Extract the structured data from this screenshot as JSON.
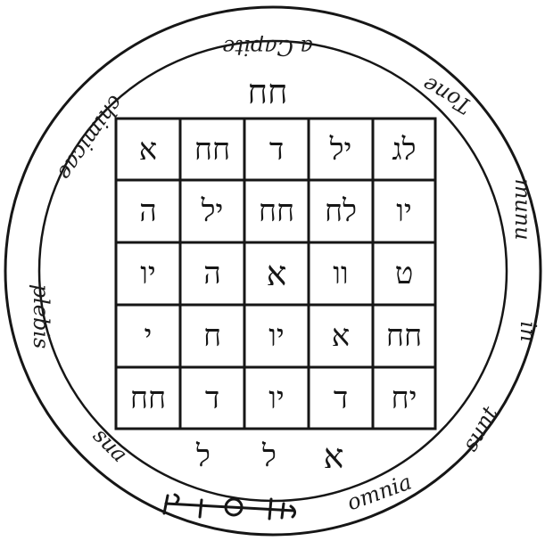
{
  "ring_text": {
    "word_1": "a Capite",
    "word_2": "Tone",
    "word_3": "munu",
    "word_4": "in",
    "word_5": "sunt",
    "word_6": "omnia",
    "word_7": "sua",
    "word_8": "plebis",
    "word_9": "chimicae"
  },
  "top_glyph": "חח",
  "grid": [
    [
      "א",
      "חח",
      "ד",
      "יל",
      "לג"
    ],
    [
      "ה",
      "יל",
      "חח",
      "לח",
      "יו"
    ],
    [
      "יו",
      "ה",
      "א",
      "וו",
      "ט"
    ],
    [
      "י",
      "ח",
      "יו",
      "א",
      "חח"
    ],
    [
      "חח",
      "ד",
      "יו",
      "ד",
      "יח"
    ]
  ],
  "bottom_glyphs": [
    "ל",
    "ל",
    "א"
  ],
  "colors": {
    "ink": "#161616",
    "paper": "#ffffff"
  },
  "icons": {
    "seal_sigil": "sigil-mark-icon"
  }
}
